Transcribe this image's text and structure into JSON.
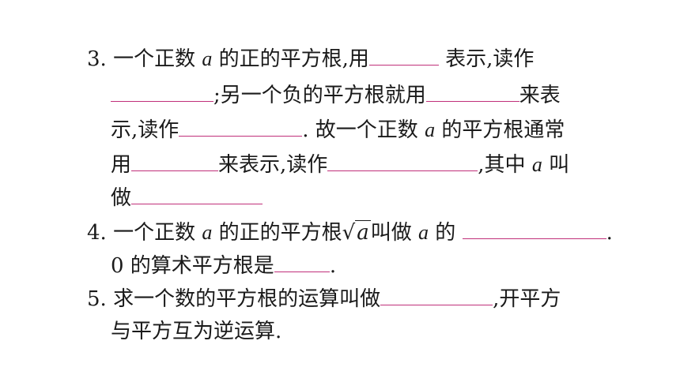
{
  "q3": {
    "num": "3.",
    "l1a": "一个正数",
    "var_a": "a",
    "l1b": "的正的平方根,用",
    "l1c": "表示,读作",
    "l2a": ";另一个负的平方根就用",
    "l2b": "来表",
    "l3a": "示,读作",
    "l3b": ". 故一个正数",
    "l3c": "的平方根通常",
    "l4a": "用",
    "l4b": "来表示,读作",
    "l4c": ",其中",
    "l4d": "叫",
    "l5a": "做"
  },
  "q4": {
    "num": "4.",
    "l1a": "一个正数",
    "var_a": "a",
    "l1b": "的正的平方根",
    "sqrt_sign": "√",
    "l1c": "叫做",
    "l1d": "的",
    "l1end": ".",
    "l2a": "0 的算术平方根是",
    "l2end": "."
  },
  "q5": {
    "num": "5.",
    "l1a": "求一个数的平方根的运算叫做",
    "l1b": ",开平方",
    "l2a": "与平方互为逆运算."
  },
  "colors": {
    "blank_line": "#c0307a",
    "text": "#1a1a1a"
  }
}
